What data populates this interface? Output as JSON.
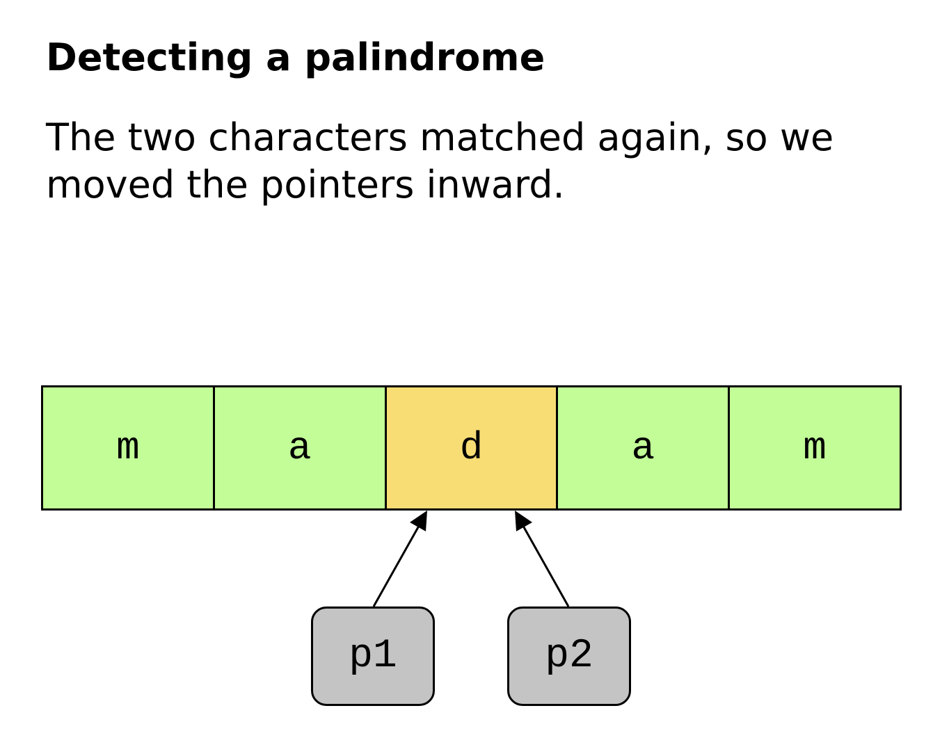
{
  "title": "Detecting a palindrome",
  "description": "The two characters matched again, so we moved the pointers inward.",
  "colors": {
    "matched": "#c2fd97",
    "current": "#f8dd75",
    "pointer": "#c4c4c4",
    "border": "#000000"
  },
  "cells": [
    {
      "char": "m",
      "state": "matched"
    },
    {
      "char": "a",
      "state": "matched"
    },
    {
      "char": "d",
      "state": "current"
    },
    {
      "char": "a",
      "state": "matched"
    },
    {
      "char": "m",
      "state": "matched"
    }
  ],
  "pointers": [
    {
      "label": "p1",
      "target_index": 2
    },
    {
      "label": "p2",
      "target_index": 2
    }
  ]
}
